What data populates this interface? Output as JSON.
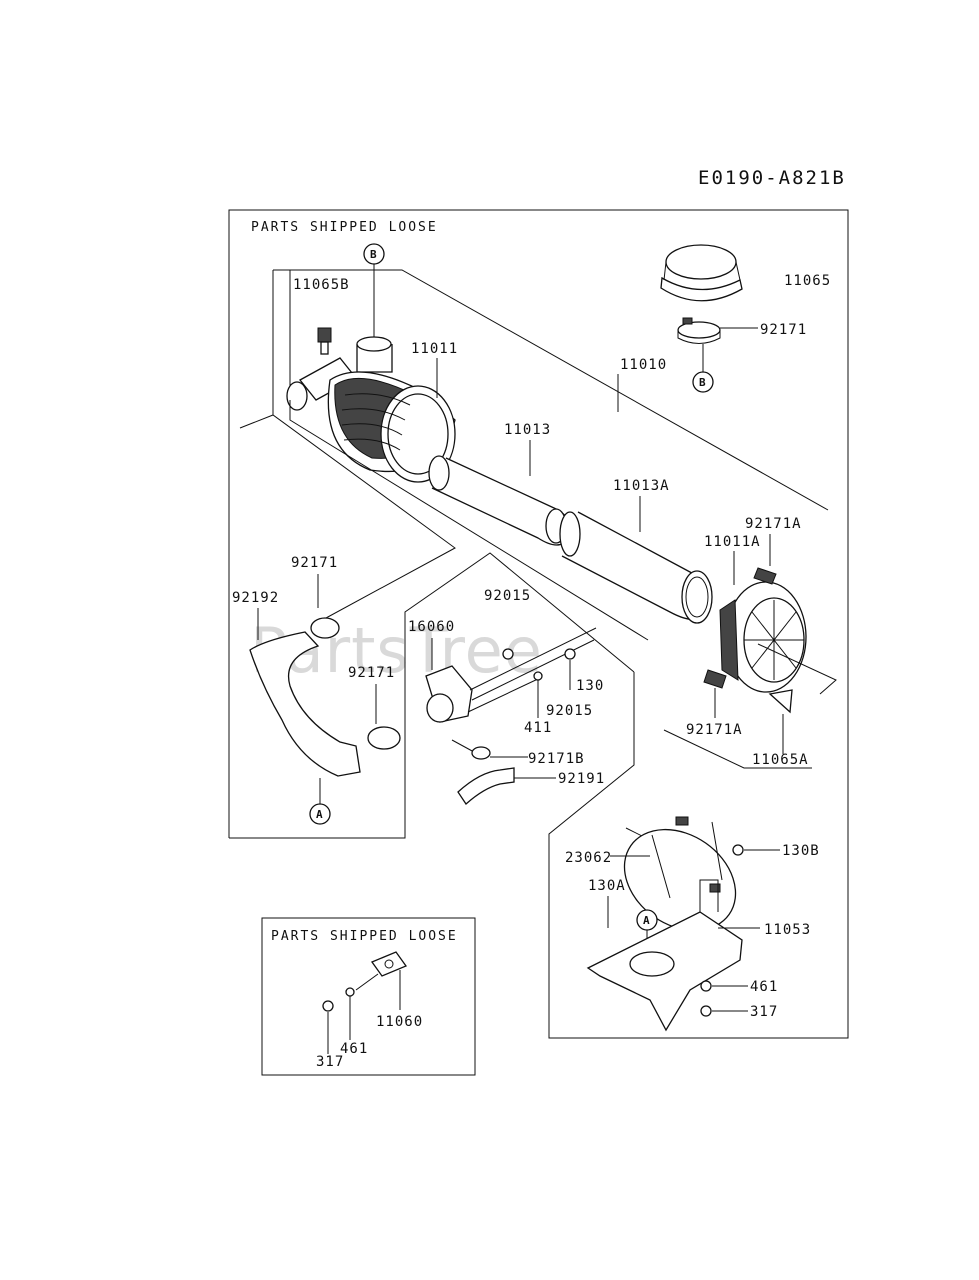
{
  "diagram_code": "E0190-A821B",
  "watermark": "PartsTree",
  "boxes": {
    "main_box_title": "PARTS SHIPPED LOOSE",
    "small_box_title": "PARTS SHIPPED LOOSE"
  },
  "callouts": {
    "b_top": "B",
    "b_clamp": "B",
    "a_hose": "A",
    "a_bracket": "A"
  },
  "parts": {
    "p11065": "11065",
    "p92171_top": "92171",
    "p11065B": "11065B",
    "p11011": "11011",
    "p11010": "11010",
    "p11013": "11013",
    "p11013A": "11013A",
    "p92171A_top": "92171A",
    "p11011A": "11011A",
    "p92171_hose_top": "92171",
    "p92192": "92192",
    "p92015_top": "92015",
    "p16060": "16060",
    "p92171_hose_bottom": "92171",
    "p130": "130",
    "p92015_bottom": "92015",
    "p411": "411",
    "p92171B": "92171B",
    "p92191": "92191",
    "p92171A_bottom": "92171A",
    "p11065A": "11065A",
    "p23062": "23062",
    "p130B": "130B",
    "p130A": "130A",
    "p11053": "11053",
    "p461_bracket": "461",
    "p317_bracket": "317",
    "p11060": "11060",
    "p461_small": "461",
    "p317_small": "317"
  }
}
